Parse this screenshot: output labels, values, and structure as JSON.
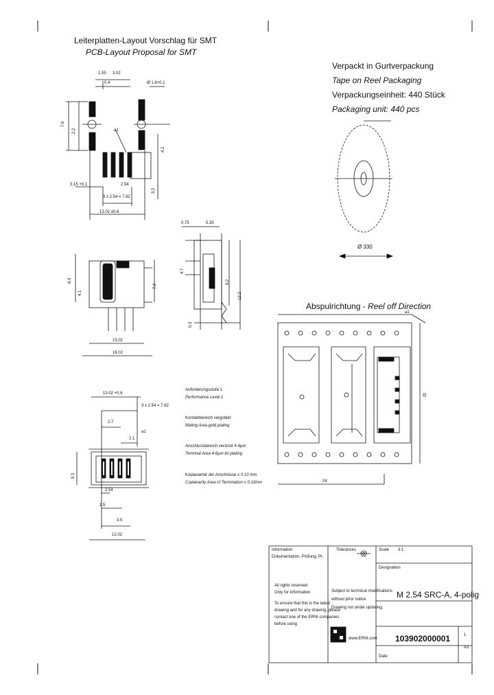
{
  "pcb": {
    "title_de": "Leiterplatten-Layout Vorschlag für SMT",
    "title_en": "PCB-Layout Proposal for SMT",
    "dim_1_55": "1.55",
    "dim_3_02": "3.02",
    "dim_0_4": "0.4",
    "dim_hole": "Ø 1.6+0.1",
    "dim_7_6": "7.6",
    "dim_2_2": "2.2",
    "dim_4_2": "4.2",
    "dim_3_2": "3.2",
    "dim_3_15": "3.15 +0.1",
    "dim_2_54": "2.54",
    "dim_3x254": "3 x 2.54 = 7.62",
    "dim_13_02": "13.02 ±0.6",
    "ref_a1": "a1"
  },
  "reel": {
    "line1": "Verpackt in Gurtverpackung",
    "line2": "Tape on Reel Packaging",
    "line3": "Verpackungseinheit:  440 Stück",
    "line4": "Packaging unit:  440 pcs",
    "diameter": "Ø 330"
  },
  "side": {
    "dim_0_75": "0.75",
    "dim_5_35": "5.35",
    "dim_4_7": "4.7",
    "dim_9_2": "9.2",
    "dim_12_2": "12.2",
    "dim_0_3": "0.3",
    "dim_8_4": "8.4",
    "dim_4_1": "4.1",
    "dim_7_2": "7.2",
    "dim_15_02": "15.02",
    "dim_16_02": "16.02"
  },
  "tape": {
    "title": "Abspulrichtung - Reel off Direction",
    "title_de": "Abspulrichtung - ",
    "title_en": "Reel off Direction",
    "ref_a1": "a1",
    "dim_32": "32",
    "dim_24": "24"
  },
  "front": {
    "dim_13_02": "13.02 +0.6",
    "dim_3x254": "3 x 2.54 = 7.62",
    "dim_2_7": "2.7",
    "dim_2_1": "2.1",
    "dim_9_3": "9.3",
    "dim_2_54": "2.54",
    "dim_1_5": "1.5",
    "dim_3_5": "3.5",
    "dim_12_02": "12.02",
    "ref_a1": "a1"
  },
  "notes": {
    "n1_de": "Anforderungsstufe 1",
    "n1_en": "Performance Level 1",
    "n2_de": "Kontaktbereich vergoldet",
    "n2_en": "Mating Area gold plating",
    "n3_de": "Anschlussbereich verzinnt 4-6µm",
    "n3_en": "Terminal Area 4-6µm tin plating",
    "n4_de": "Koplanarität der Anschlüsse ≤ 0.10 mm",
    "n4_en": "Coplanarity Area of Termination ≤ 0.10mm"
  },
  "titleblock": {
    "info_label": "Information",
    "info_val": "Dokumentation, Prüfung, Pr.",
    "rights": [
      "All rights reserved",
      "Only for information",
      "To ensure that this is the latest",
      "drawing and for any drawing, please",
      "contact one of the ERNI companies",
      "before using"
    ],
    "subject_lines": [
      "Subject to technical modifications",
      "without prior notice.",
      "Drawing not under updating."
    ],
    "tolerances": "Tolerances",
    "scale_label": "Scale",
    "scale_val": "3:1",
    "designation_label": "Designation",
    "designation": "M 2.54 SRC-A, 4-polig",
    "website": "www.ERNI.com",
    "part_number": "103902000001",
    "sheet": "A3",
    "page": "1",
    "date_label": "Date"
  }
}
